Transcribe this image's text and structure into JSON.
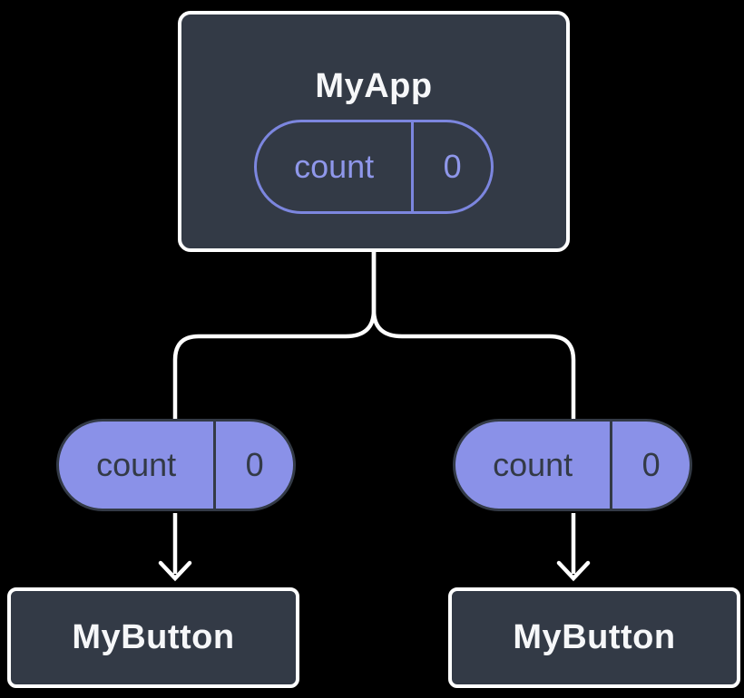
{
  "diagram": {
    "root": {
      "title": "MyApp",
      "state": {
        "name": "count",
        "value": "0"
      }
    },
    "children": [
      {
        "title": "MyButton",
        "prop": {
          "name": "count",
          "value": "0"
        }
      },
      {
        "title": "MyButton",
        "prop": {
          "name": "count",
          "value": "0"
        }
      }
    ],
    "icons": {
      "arrow_down": "↓"
    },
    "colors": {
      "background": "#000000",
      "node_fill": "#333a46",
      "node_border": "#ffffff",
      "accent_purple": "#8a91e8",
      "pill_outline": "#7c86df",
      "pill_outline_text": "#8f97ea",
      "dark_text": "#333a46",
      "light_text": "#f6f7f9",
      "connector": "#ffffff"
    }
  }
}
